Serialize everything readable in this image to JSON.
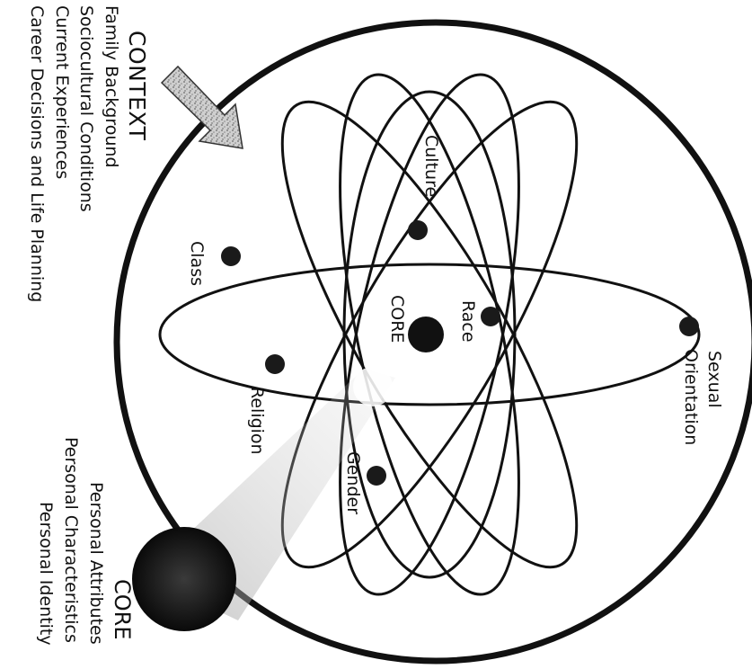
{
  "context": {
    "heading": "CONTEXT",
    "items": [
      "Family Background",
      "Sociocultural Conditions",
      "Current Experiences",
      "Career Decisions and Life Planning"
    ]
  },
  "core_legend": {
    "heading": "CORE",
    "items": [
      "Personal Attributes",
      "Personal Characteristics",
      "Personal Identity"
    ]
  },
  "diagram": {
    "center_label": "CORE",
    "nodes": {
      "culture": "Culture",
      "class": "Class",
      "race": "Race",
      "sexual_orientation": [
        "Sexual",
        "Orientation"
      ],
      "religion": "Religion",
      "gender": "Gender"
    }
  },
  "colors": {
    "ink": "#111111",
    "node_fill": "#1a1a1a",
    "arrow_fill": "#b5b5b5"
  }
}
